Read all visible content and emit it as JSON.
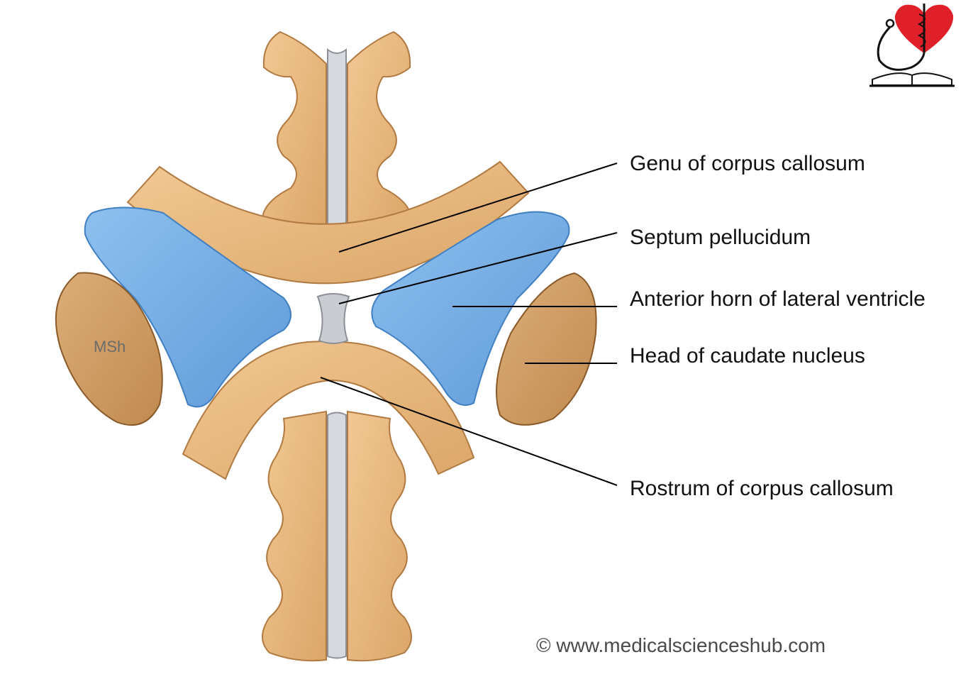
{
  "labels": {
    "genu": "Genu of corpus callosum",
    "septum": "Septum pellucidum",
    "anterior_horn": "Anterior horn of lateral ventricle",
    "caudate": "Head of caudate nucleus",
    "rostrum": "Rostrum of corpus callosum"
  },
  "watermark": "MSh",
  "copyright": "© www.medicalscienceshub.com",
  "colors": {
    "white_matter": "#e8b67d",
    "white_matter_outline": "#b07a42",
    "ventricle": "#7db2e6",
    "ventricle_outline": "#3f7fc2",
    "caudate": "#d4a066",
    "caudate_outline": "#8a5a2a",
    "septum": "#c9cdd2",
    "logo_heart": "#e02028"
  }
}
